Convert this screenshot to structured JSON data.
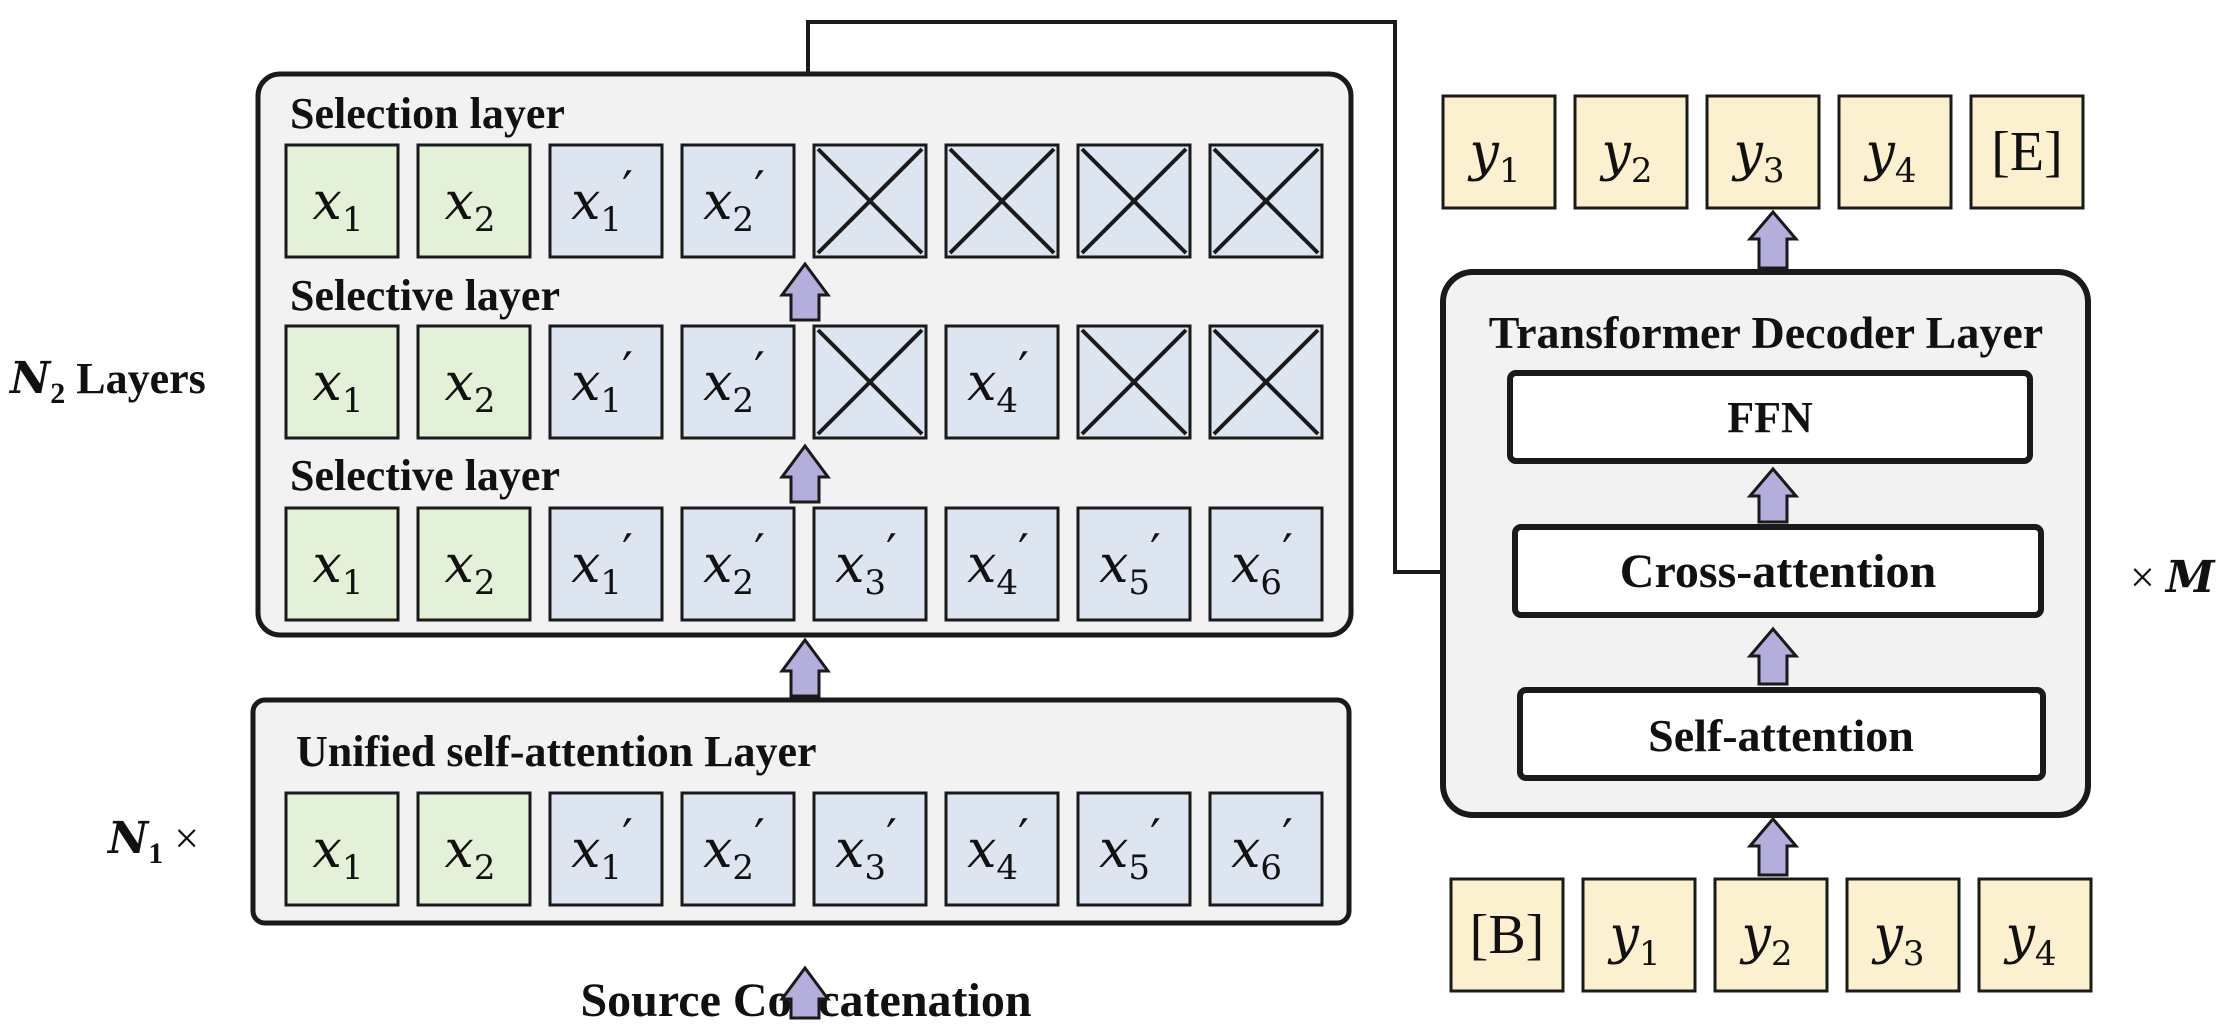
{
  "colors": {
    "green_token": "#e3f1d9",
    "blue_token": "#dde5f1",
    "yellow_token": "#fcf1cf",
    "panel_fill": "#f2f2f2",
    "arrow_fill": "#b3aedb",
    "stroke": "#1a1a1a"
  },
  "encoder": {
    "n2_prefix": "N",
    "n2_sub": "2",
    "n2_suffix": " Layers",
    "n1_prefix": "N",
    "n1_sub": "1",
    "n1_suffix": " ×",
    "selection_layer": {
      "title": "Selection layer",
      "tokens": [
        {
          "base": "x",
          "sub": "1",
          "prime": "",
          "kind": "source"
        },
        {
          "base": "x",
          "sub": "2",
          "prime": "",
          "kind": "source"
        },
        {
          "base": "x",
          "sub": "1",
          "prime": "′",
          "kind": "context"
        },
        {
          "base": "x",
          "sub": "2",
          "prime": "′",
          "kind": "context"
        },
        {
          "kind": "masked"
        },
        {
          "kind": "masked"
        },
        {
          "kind": "masked"
        },
        {
          "kind": "masked"
        }
      ]
    },
    "selective_layer_upper": {
      "title": "Selective layer",
      "tokens": [
        {
          "base": "x",
          "sub": "1",
          "prime": "",
          "kind": "source"
        },
        {
          "base": "x",
          "sub": "2",
          "prime": "",
          "kind": "source"
        },
        {
          "base": "x",
          "sub": "1",
          "prime": "′",
          "kind": "context"
        },
        {
          "base": "x",
          "sub": "2",
          "prime": "′",
          "kind": "context"
        },
        {
          "kind": "masked"
        },
        {
          "base": "x",
          "sub": "4",
          "prime": "′",
          "kind": "context"
        },
        {
          "kind": "masked"
        },
        {
          "kind": "masked"
        }
      ]
    },
    "selective_layer_lower": {
      "title": "Selective layer",
      "tokens": [
        {
          "base": "x",
          "sub": "1",
          "prime": "",
          "kind": "source"
        },
        {
          "base": "x",
          "sub": "2",
          "prime": "",
          "kind": "source"
        },
        {
          "base": "x",
          "sub": "1",
          "prime": "′",
          "kind": "context"
        },
        {
          "base": "x",
          "sub": "2",
          "prime": "′",
          "kind": "context"
        },
        {
          "base": "x",
          "sub": "3",
          "prime": "′",
          "kind": "context"
        },
        {
          "base": "x",
          "sub": "4",
          "prime": "′",
          "kind": "context"
        },
        {
          "base": "x",
          "sub": "5",
          "prime": "′",
          "kind": "context"
        },
        {
          "base": "x",
          "sub": "6",
          "prime": "′",
          "kind": "context"
        }
      ]
    },
    "unified_layer": {
      "title": "Unified self-attention Layer",
      "tokens": [
        {
          "base": "x",
          "sub": "1",
          "prime": "",
          "kind": "source"
        },
        {
          "base": "x",
          "sub": "2",
          "prime": "",
          "kind": "source"
        },
        {
          "base": "x",
          "sub": "1",
          "prime": "′",
          "kind": "context"
        },
        {
          "base": "x",
          "sub": "2",
          "prime": "′",
          "kind": "context"
        },
        {
          "base": "x",
          "sub": "3",
          "prime": "′",
          "kind": "context"
        },
        {
          "base": "x",
          "sub": "4",
          "prime": "′",
          "kind": "context"
        },
        {
          "base": "x",
          "sub": "5",
          "prime": "′",
          "kind": "context"
        },
        {
          "base": "x",
          "sub": "6",
          "prime": "′",
          "kind": "context"
        }
      ]
    },
    "source_label": "Source Concatenation"
  },
  "decoder": {
    "title": "Transformer Decoder Layer",
    "ffn_label": "FFN",
    "cross_attention_label": "Cross-attention",
    "self_attention_label": "Self-attention",
    "repeat_prefix": "× ",
    "repeat_var": "M",
    "output_tokens": [
      {
        "base": "y",
        "sub": "1"
      },
      {
        "base": "y",
        "sub": "2"
      },
      {
        "base": "y",
        "sub": "3"
      },
      {
        "base": "y",
        "sub": "4"
      },
      {
        "text": "[E]"
      }
    ],
    "input_tokens": [
      {
        "text": "[B]"
      },
      {
        "base": "y",
        "sub": "1"
      },
      {
        "base": "y",
        "sub": "2"
      },
      {
        "base": "y",
        "sub": "3"
      },
      {
        "base": "y",
        "sub": "4"
      }
    ]
  }
}
